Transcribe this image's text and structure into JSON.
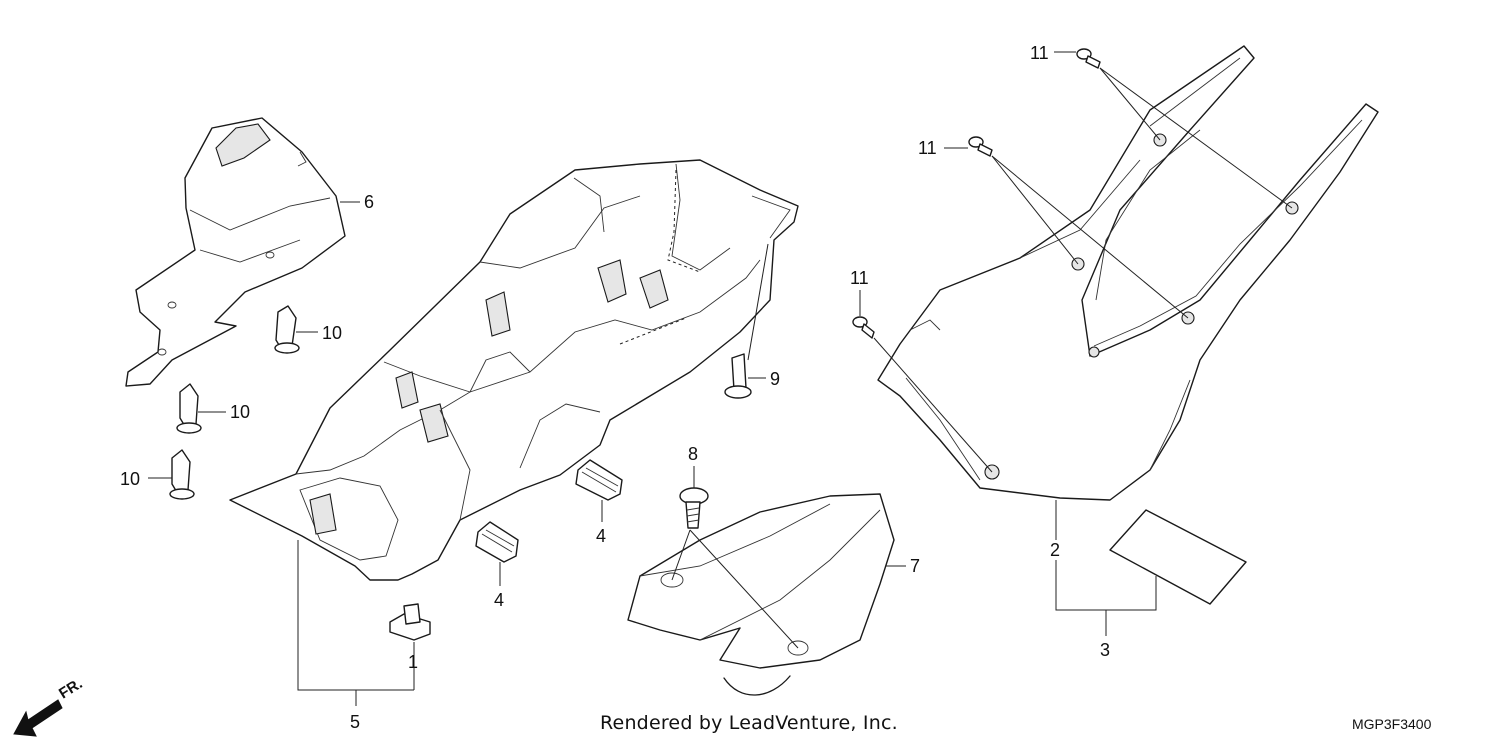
{
  "diagram": {
    "callouts": {
      "p1": "1",
      "p2": "2",
      "p3": "3",
      "p4a": "4",
      "p4b": "4",
      "p5": "5",
      "p6": "6",
      "p7": "7",
      "p8": "8",
      "p9": "9",
      "p10a": "10",
      "p10b": "10",
      "p10c": "10",
      "p11a": "11",
      "p11b": "11",
      "p11c": "11"
    },
    "front_marker": "FR.",
    "front_icon": "arrow-down-left-icon"
  },
  "footer": {
    "credit": "Rendered by LeadVenture, Inc.",
    "diagram_code": "MGP3F3400"
  }
}
